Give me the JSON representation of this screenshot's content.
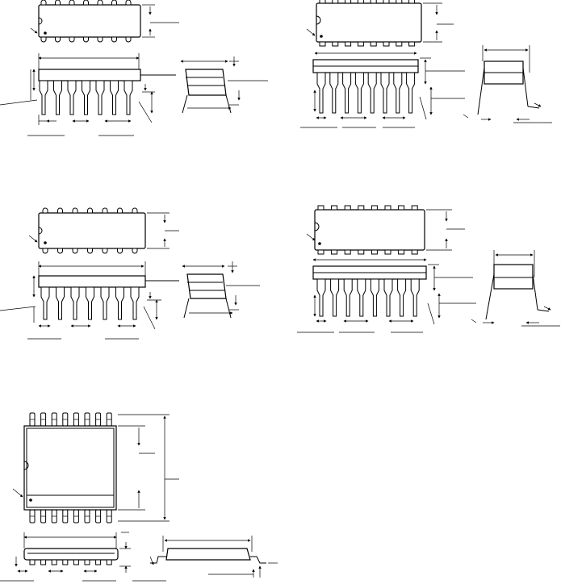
{
  "figure": {
    "drawings": [
      {
        "id": "dip-ceramic-a",
        "pins_per_side": 7
      },
      {
        "id": "dip-plastic-a",
        "pins_per_side": 8
      },
      {
        "id": "dip-ceramic-b",
        "pins_per_side": 7
      },
      {
        "id": "dip-plastic-b",
        "pins_per_side": 8
      },
      {
        "id": "soic-wide",
        "pins_per_side": 8
      }
    ]
  }
}
